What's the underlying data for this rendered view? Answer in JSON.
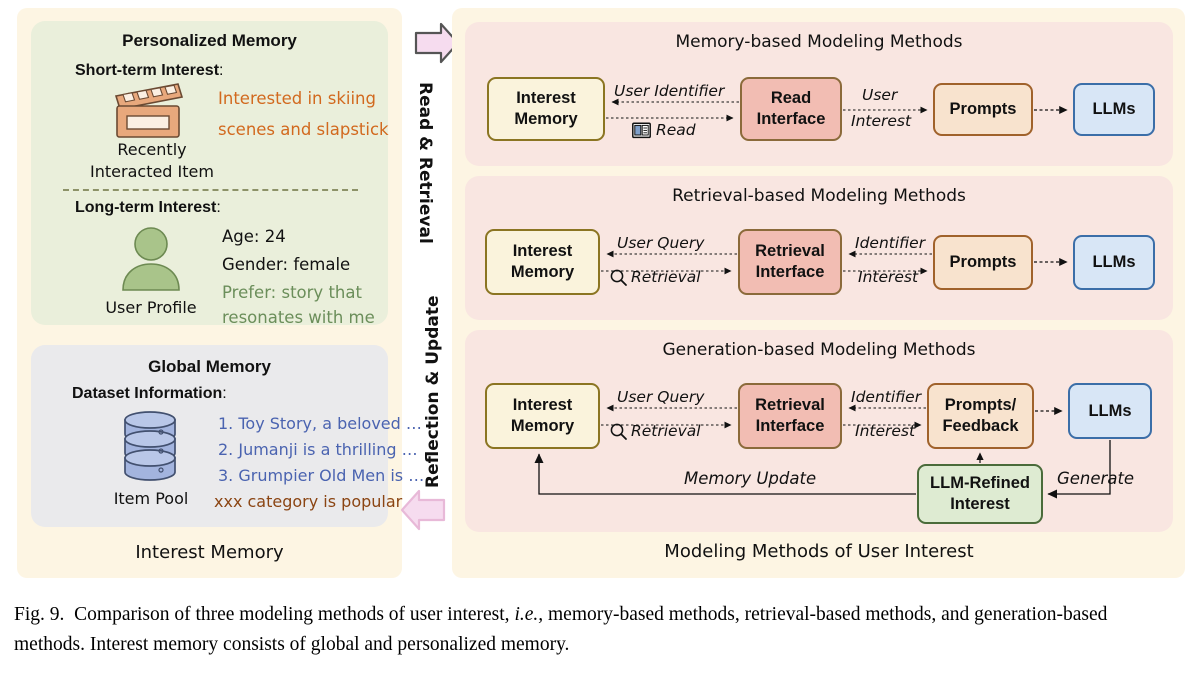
{
  "left": {
    "personalized": {
      "title": "Personalized Memory",
      "short_term_label": "Short-term Interest",
      "short_term_colon": ":",
      "item_icon_caption_line1": "Recently",
      "item_icon_caption_line2": "Interacted Item",
      "short_term_text_line1": "Interested in skiing",
      "short_term_text_line2": "scenes and slapstick",
      "short_term_text_color": "#D2691E",
      "long_term_label": "Long-term Interest",
      "long_term_colon": ":",
      "profile_icon_caption": "User Profile",
      "profile_line1": "Age: 24",
      "profile_line2": "Gender: female",
      "profile_line3": "Prefer: story that",
      "profile_line4": "resonates with me",
      "profile_pref_color": "#6B8E5A",
      "panel_bg": "#EAEFDB"
    },
    "global": {
      "title": "Global Memory",
      "dataset_label": "Dataset Information",
      "dataset_colon": ":",
      "pool_icon_caption": "Item Pool",
      "items": [
        "1. Toy Story, a beloved …",
        "2. Jumanji is a thrilling …",
        "3. Grumpier Old Men is …"
      ],
      "items_color": "#4A63B0",
      "popular_note": "xxx category is popular",
      "popular_note_color": "#8B4513",
      "panel_bg": "#EAEAEC"
    },
    "footer": "Interest Memory"
  },
  "middle": {
    "down_arrow_label": "Read & Retrieval",
    "up_arrow_label": "Reflection & Update",
    "arrow_fill": "#F6DCEF",
    "arrow_stroke": "#555555"
  },
  "right": {
    "footer": "Modeling Methods of User Interest",
    "panels": [
      {
        "id": "memory",
        "title": "Memory-based Modeling Methods",
        "nodes": [
          {
            "name": "interest-memory",
            "line1": "Interest",
            "line2": "Memory",
            "style": "n-memory"
          },
          {
            "name": "read-interface",
            "line1": "Read",
            "line2": "Interface",
            "style": "n-interface"
          },
          {
            "name": "prompts",
            "line1": "Prompts",
            "line2": "",
            "style": "n-prompts"
          },
          {
            "name": "llms",
            "line1": "LLMs",
            "line2": "",
            "style": "n-llms"
          }
        ],
        "edges": [
          {
            "name": "user-identifier",
            "label": "User Identifier"
          },
          {
            "name": "read",
            "label": "Read",
            "icon": "book-icon"
          },
          {
            "name": "user-interest-1",
            "label": "User"
          },
          {
            "name": "user-interest-2",
            "label": "Interest"
          }
        ]
      },
      {
        "id": "retrieval",
        "title": "Retrieval-based Modeling Methods",
        "nodes": [
          {
            "name": "interest-memory",
            "line1": "Interest",
            "line2": "Memory",
            "style": "n-memory"
          },
          {
            "name": "retrieval-interface",
            "line1": "Retrieval",
            "line2": "Interface",
            "style": "n-interface"
          },
          {
            "name": "prompts",
            "line1": "Prompts",
            "line2": "",
            "style": "n-prompts"
          },
          {
            "name": "llms",
            "line1": "LLMs",
            "line2": "",
            "style": "n-llms"
          }
        ],
        "edges": [
          {
            "name": "user-query",
            "label": "User Query"
          },
          {
            "name": "retrieval",
            "label": "Retrieval",
            "icon": "magnifier-icon"
          },
          {
            "name": "identifier",
            "label": "Identifier"
          },
          {
            "name": "interest",
            "label": "Interest"
          }
        ]
      },
      {
        "id": "generation",
        "title": "Generation-based Modeling Methods",
        "nodes": [
          {
            "name": "interest-memory",
            "line1": "Interest",
            "line2": "Memory",
            "style": "n-memory"
          },
          {
            "name": "retrieval-interface",
            "line1": "Retrieval",
            "line2": "Interface",
            "style": "n-interface"
          },
          {
            "name": "prompts-feedback",
            "line1": "Prompts/",
            "line2": "Feedback",
            "style": "n-prompts"
          },
          {
            "name": "llms",
            "line1": "LLMs",
            "line2": "",
            "style": "n-llms"
          },
          {
            "name": "llm-refined-interest",
            "line1": "LLM-Refined",
            "line2": "Interest",
            "style": "n-refined"
          }
        ],
        "edges": [
          {
            "name": "user-query",
            "label": "User Query"
          },
          {
            "name": "retrieval",
            "label": "Retrieval",
            "icon": "magnifier-icon"
          },
          {
            "name": "identifier",
            "label": "Identifier"
          },
          {
            "name": "interest",
            "label": "Interest"
          },
          {
            "name": "memory-update",
            "label": "Memory Update"
          },
          {
            "name": "generate",
            "label": "Generate"
          }
        ]
      }
    ]
  },
  "caption": {
    "prefix": "Fig. 9.",
    "part1": "Comparison of three modeling methods of user interest,",
    "italic": "i.e.,",
    "part2": "memory-based methods, retrieval-based methods, and generation-based methods. Interest memory consists of global and personalized memory."
  }
}
